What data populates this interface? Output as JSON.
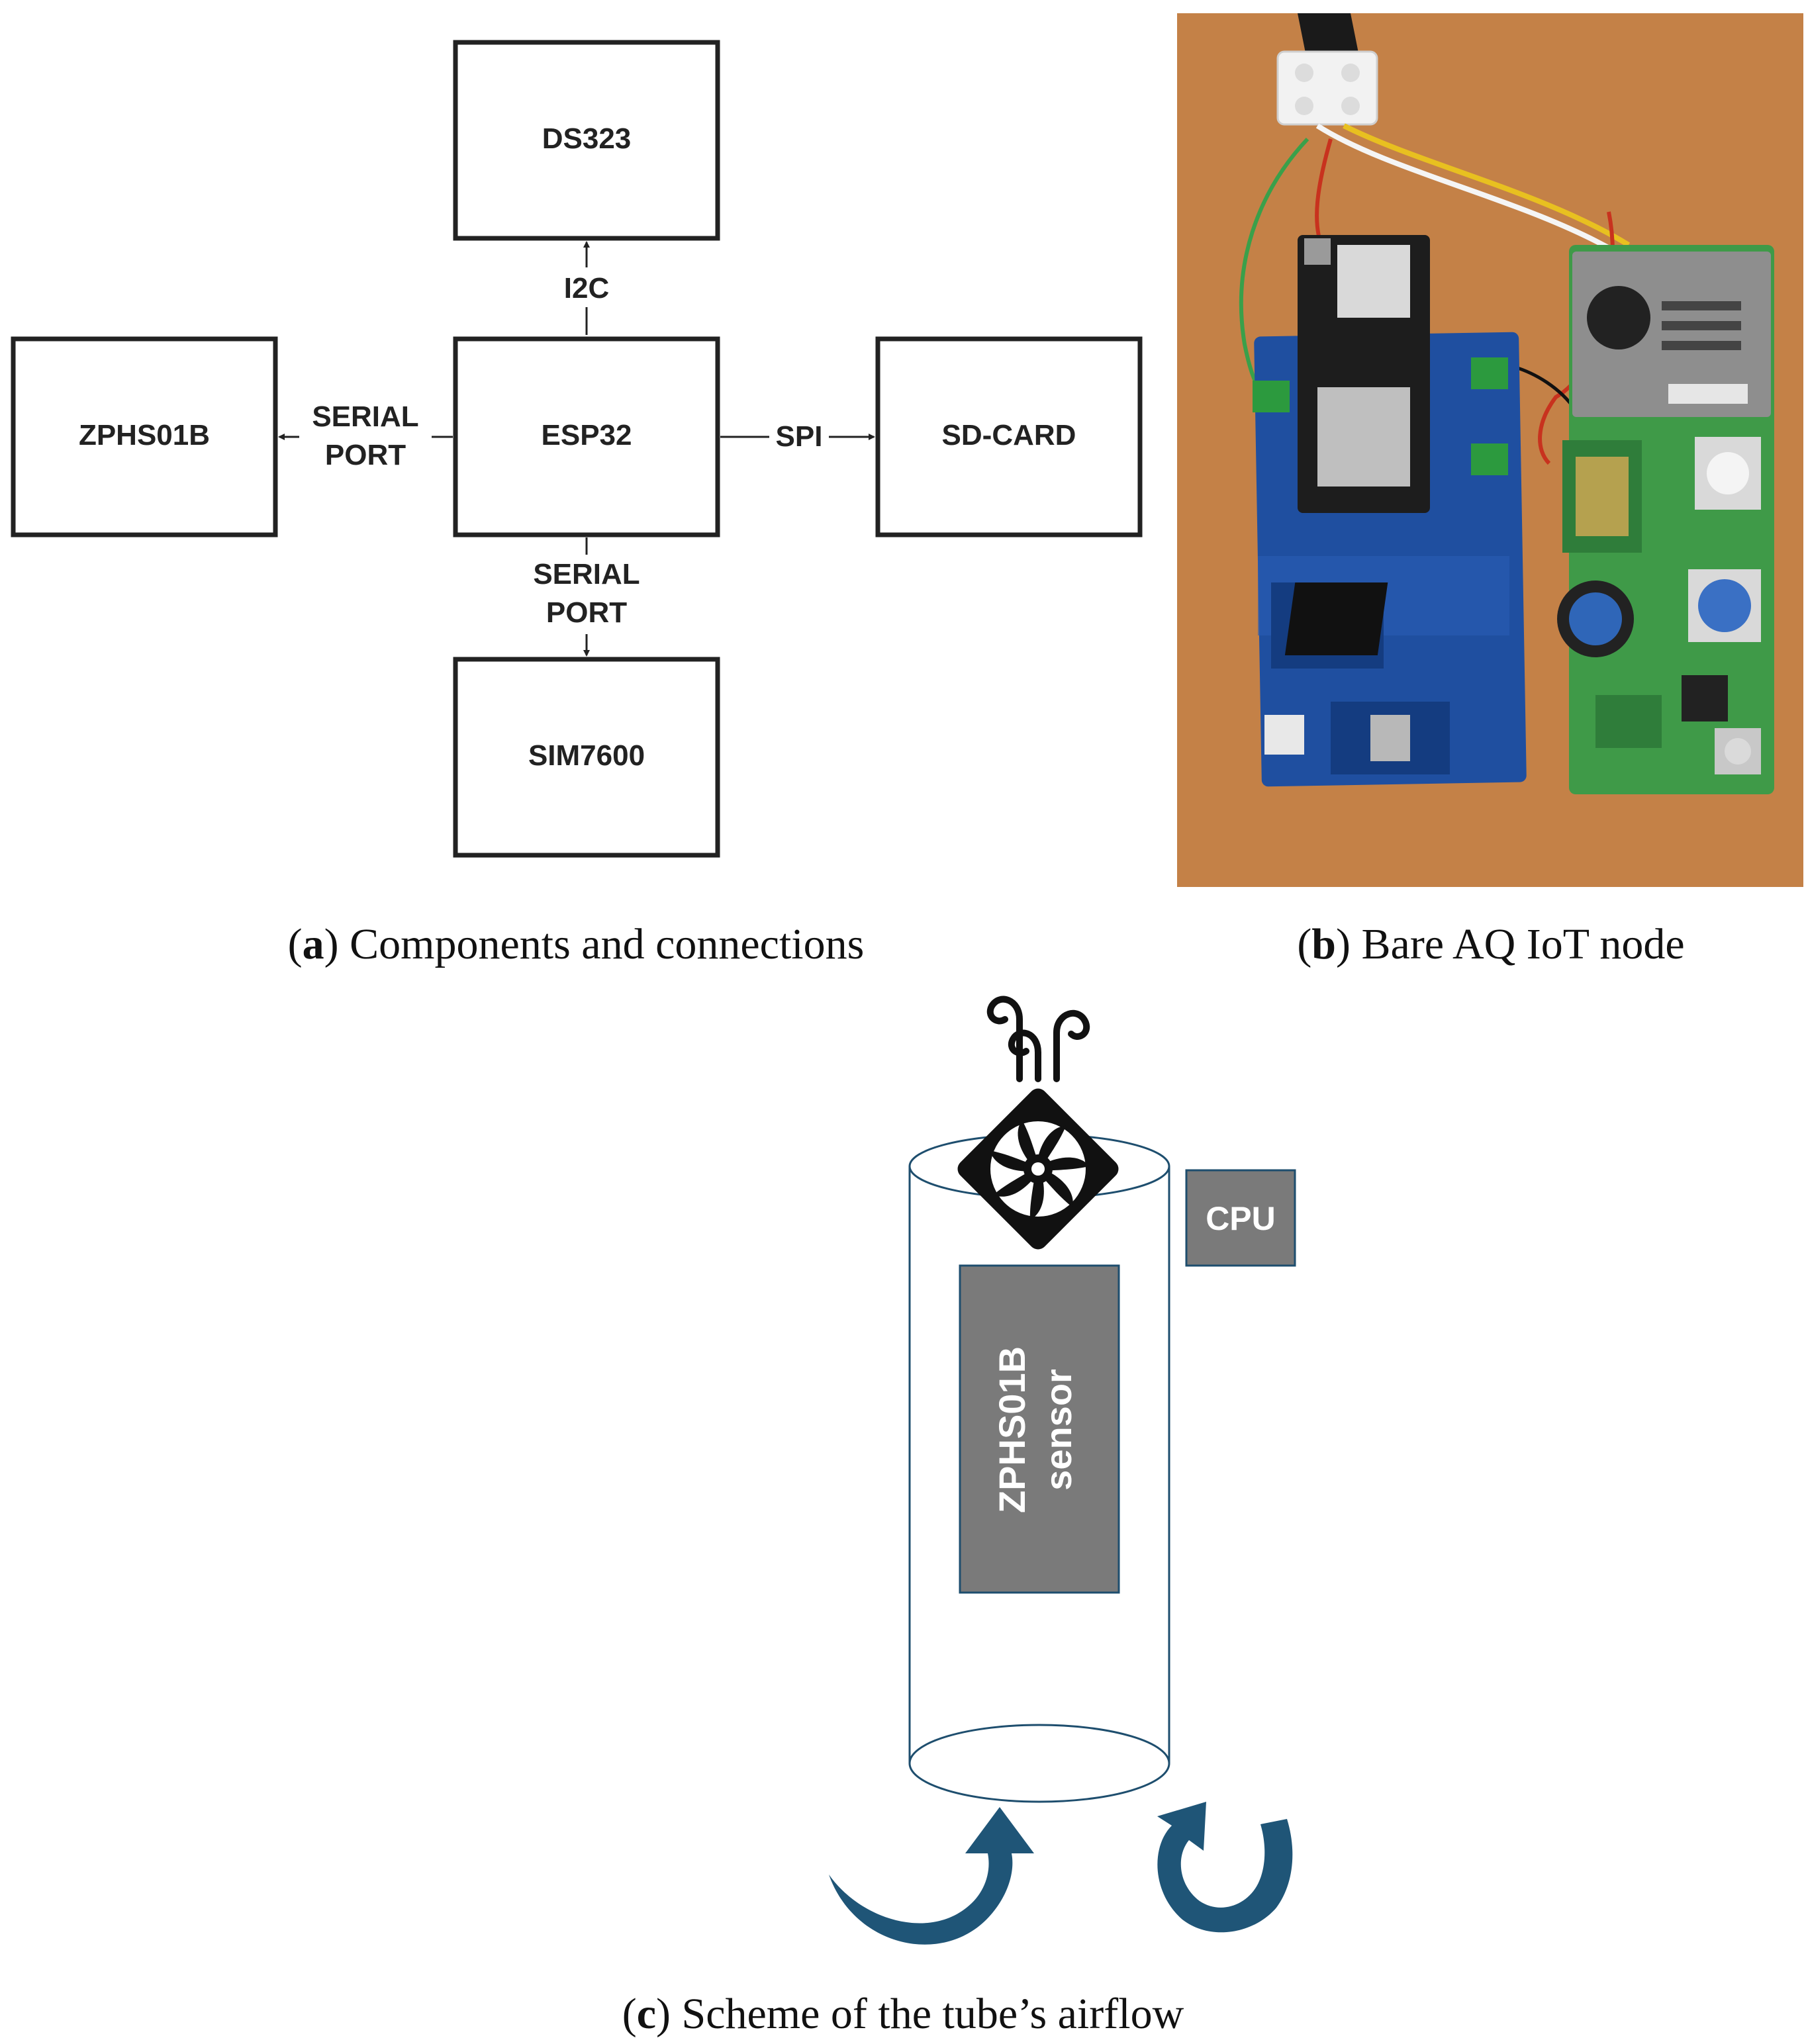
{
  "panel_a": {
    "blocks": {
      "ds323": "DS323",
      "zphs01b": "ZPHS01B",
      "esp32": "ESP32",
      "sdcard": "SD-CARD",
      "sim7600": "SIM7600"
    },
    "connections": {
      "i2c": "I2C",
      "serial_left_1": "SERIAL",
      "serial_left_2": "PORT",
      "spi": "SPI",
      "serial_bottom_1": "SERIAL",
      "serial_bottom_2": "PORT"
    },
    "caption_letter": "a",
    "caption_text": " Components and connections"
  },
  "panel_b": {
    "caption_letter": "b",
    "caption_text": " Bare AQ IoT node"
  },
  "panel_c": {
    "cpu_label": "CPU",
    "sensor_label_1": "ZPHS01B",
    "sensor_label_2": "sensor",
    "caption_letter": "c",
    "caption_text": " Scheme of the tube’s airflow"
  },
  "colors": {
    "box_stroke": "#222222",
    "photo_background": "#c9854a",
    "blue_board": "#1f4fa0",
    "green_board": "#3f9a48",
    "tube_stroke": "#1e4e6e",
    "arrow_fill": "#1f5577",
    "sensor_fill": "#7a7a7a"
  }
}
